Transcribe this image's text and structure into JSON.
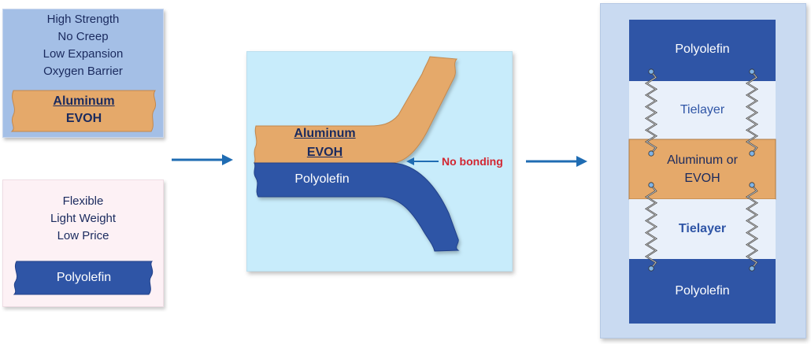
{
  "top_panel": {
    "properties": [
      "High Strength",
      "No Creep",
      "Low Expansion",
      "Oxygen Barrier"
    ],
    "material_line1": "Aluminum",
    "material_line2": "EVOH"
  },
  "bottom_panel": {
    "properties": [
      "Flexible",
      "Light Weight",
      "Low Price"
    ],
    "material": "Polyolefin"
  },
  "middle_panel": {
    "top_layer_line1": "Aluminum",
    "top_layer_line2": "EVOH",
    "bottom_layer": "Polyolefin",
    "annotation": "No bonding"
  },
  "right_panel": {
    "top_layer": "Polyolefin",
    "tie_top": "Tielayer",
    "core_line1": "Aluminum or",
    "core_line2": "EVOH",
    "tie_bottom": "Tielayer",
    "bottom_layer": "Polyolefin"
  },
  "colors": {
    "barrier_orange": "#e5a96a",
    "polyolefin_blue": "#2f55a6",
    "arrow_blue": "#1f6cb3",
    "annotation_red": "#d22631",
    "text_navy": "#1a2a5e"
  }
}
